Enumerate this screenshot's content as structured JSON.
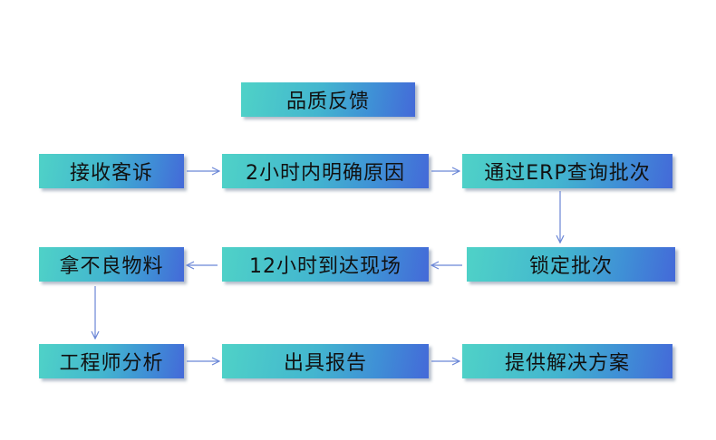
{
  "header": {
    "title": "品质反馈"
  },
  "steps": {
    "receive_complaint": "接收客诉",
    "identify_cause": "2小时内明确原因",
    "query_batch_erp": "通过ERP查询批次",
    "lock_batch": "锁定批次",
    "arrive_onsite": "12小时到达现场",
    "take_defective": "拿不良物料",
    "engineer_analysis": "工程师分析",
    "issue_report": "出具报告",
    "provide_solution": "提供解决方案"
  },
  "colors": {
    "box_gradient_start": "#4fd2c7",
    "box_gradient_end": "#4469d8",
    "arrow": "#6a86d6"
  }
}
